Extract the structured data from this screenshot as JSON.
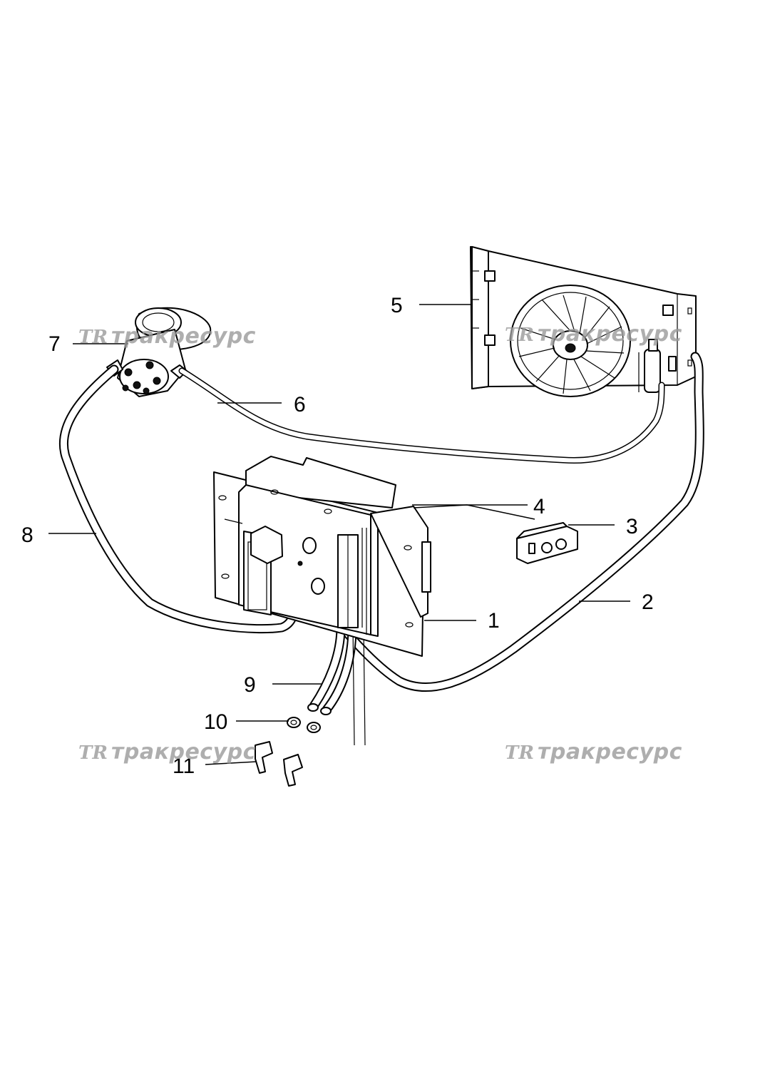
{
  "callouts": [
    {
      "id": "1",
      "label": "1"
    },
    {
      "id": "2",
      "label": "2"
    },
    {
      "id": "3",
      "label": "3"
    },
    {
      "id": "4",
      "label": "4"
    },
    {
      "id": "5",
      "label": "5"
    },
    {
      "id": "6",
      "label": "6"
    },
    {
      "id": "7",
      "label": "7"
    },
    {
      "id": "8",
      "label": "8"
    },
    {
      "id": "9",
      "label": "9"
    },
    {
      "id": "10",
      "label": "10"
    },
    {
      "id": "11",
      "label": "11"
    }
  ],
  "watermark": {
    "logo": "TR",
    "text": "тракресурс"
  },
  "colors": {
    "line": "#000000",
    "watermark": "#9a9a9a",
    "background": "#ffffff"
  }
}
